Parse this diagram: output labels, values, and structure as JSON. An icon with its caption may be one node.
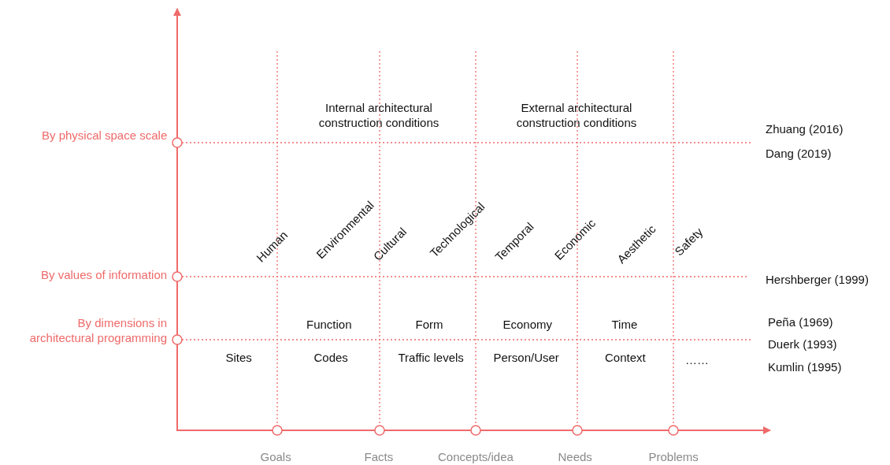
{
  "diagram": {
    "labels": [
      "Internal architectural construction conditions",
      "External architectural construction conditions",
      "By physical space scale",
      "Zhuang (2016)",
      "Dang (2019)",
      "Human",
      "Environmental",
      "Cultural",
      "Technological",
      "Temporal",
      "Economic",
      "Aesthetic",
      "Safety",
      "By values of information",
      "Hershberger (1999)",
      "Function",
      "Form",
      "Economy",
      "Time",
      "Peña (1969)",
      "By dimensions in architectural programming",
      "Duerk (1993)",
      "Sites",
      "Codes",
      "Traffic levels",
      "Person/User",
      "Context",
      "……",
      "Kumlin (1995)",
      "Goals",
      "Facts",
      "Concepts/idea",
      "Needs",
      "Problems"
    ]
  }
}
